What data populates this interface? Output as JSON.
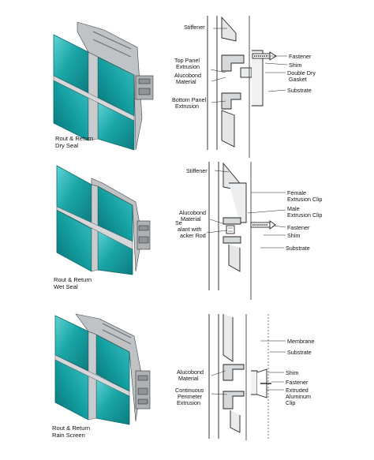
{
  "panels": [
    {
      "caption": [
        "Rout & Return",
        "Dry Seal"
      ],
      "labels": {
        "stiffener": "Stiffener",
        "top_extrusion": [
          "Top Panel",
          "Extrusion"
        ],
        "alucobond": [
          "Alucobond",
          "Material"
        ],
        "bottom_extrusion": [
          "Bottom Panel",
          "Extrusion"
        ],
        "fastener": "Fastener",
        "shim": "Shim",
        "gasket": [
          "Double Dry",
          "Gasket"
        ],
        "substrate": "Substrate"
      }
    },
    {
      "caption": [
        "Rout & Return",
        "Wet Seal"
      ],
      "labels": {
        "stiffener": "Stiffener",
        "alucobond": [
          "Alucobond",
          "Material"
        ],
        "sealant": [
          "Se",
          "alant with",
          "acker Rod"
        ],
        "female_clip": [
          "Female",
          "Extrusion Clip"
        ],
        "male_clip": [
          "Male",
          "Extrusion Clip"
        ],
        "fastener": "Fastener",
        "shim": "Shim",
        "substrate": "Substrate"
      }
    },
    {
      "caption": [
        "Rout & Return",
        "Rain Screen"
      ],
      "labels": {
        "membrane": "Membrane",
        "substrate": "Substrate",
        "alucobond": [
          "Alucobond",
          "Material"
        ],
        "perimeter": [
          "Continuous",
          "Perimeter",
          "Extrusion"
        ],
        "shim": "Shim",
        "fastener": "Fastener",
        "clip": [
          "Extruded",
          "Aluminum",
          "Clip"
        ]
      }
    }
  ],
  "colors": {
    "panel_face": "#1aa6a6",
    "panel_light": "#56cfcf",
    "panel_dark": "#0f7f82",
    "frame": "#b9bcbe",
    "line": "#222222"
  }
}
